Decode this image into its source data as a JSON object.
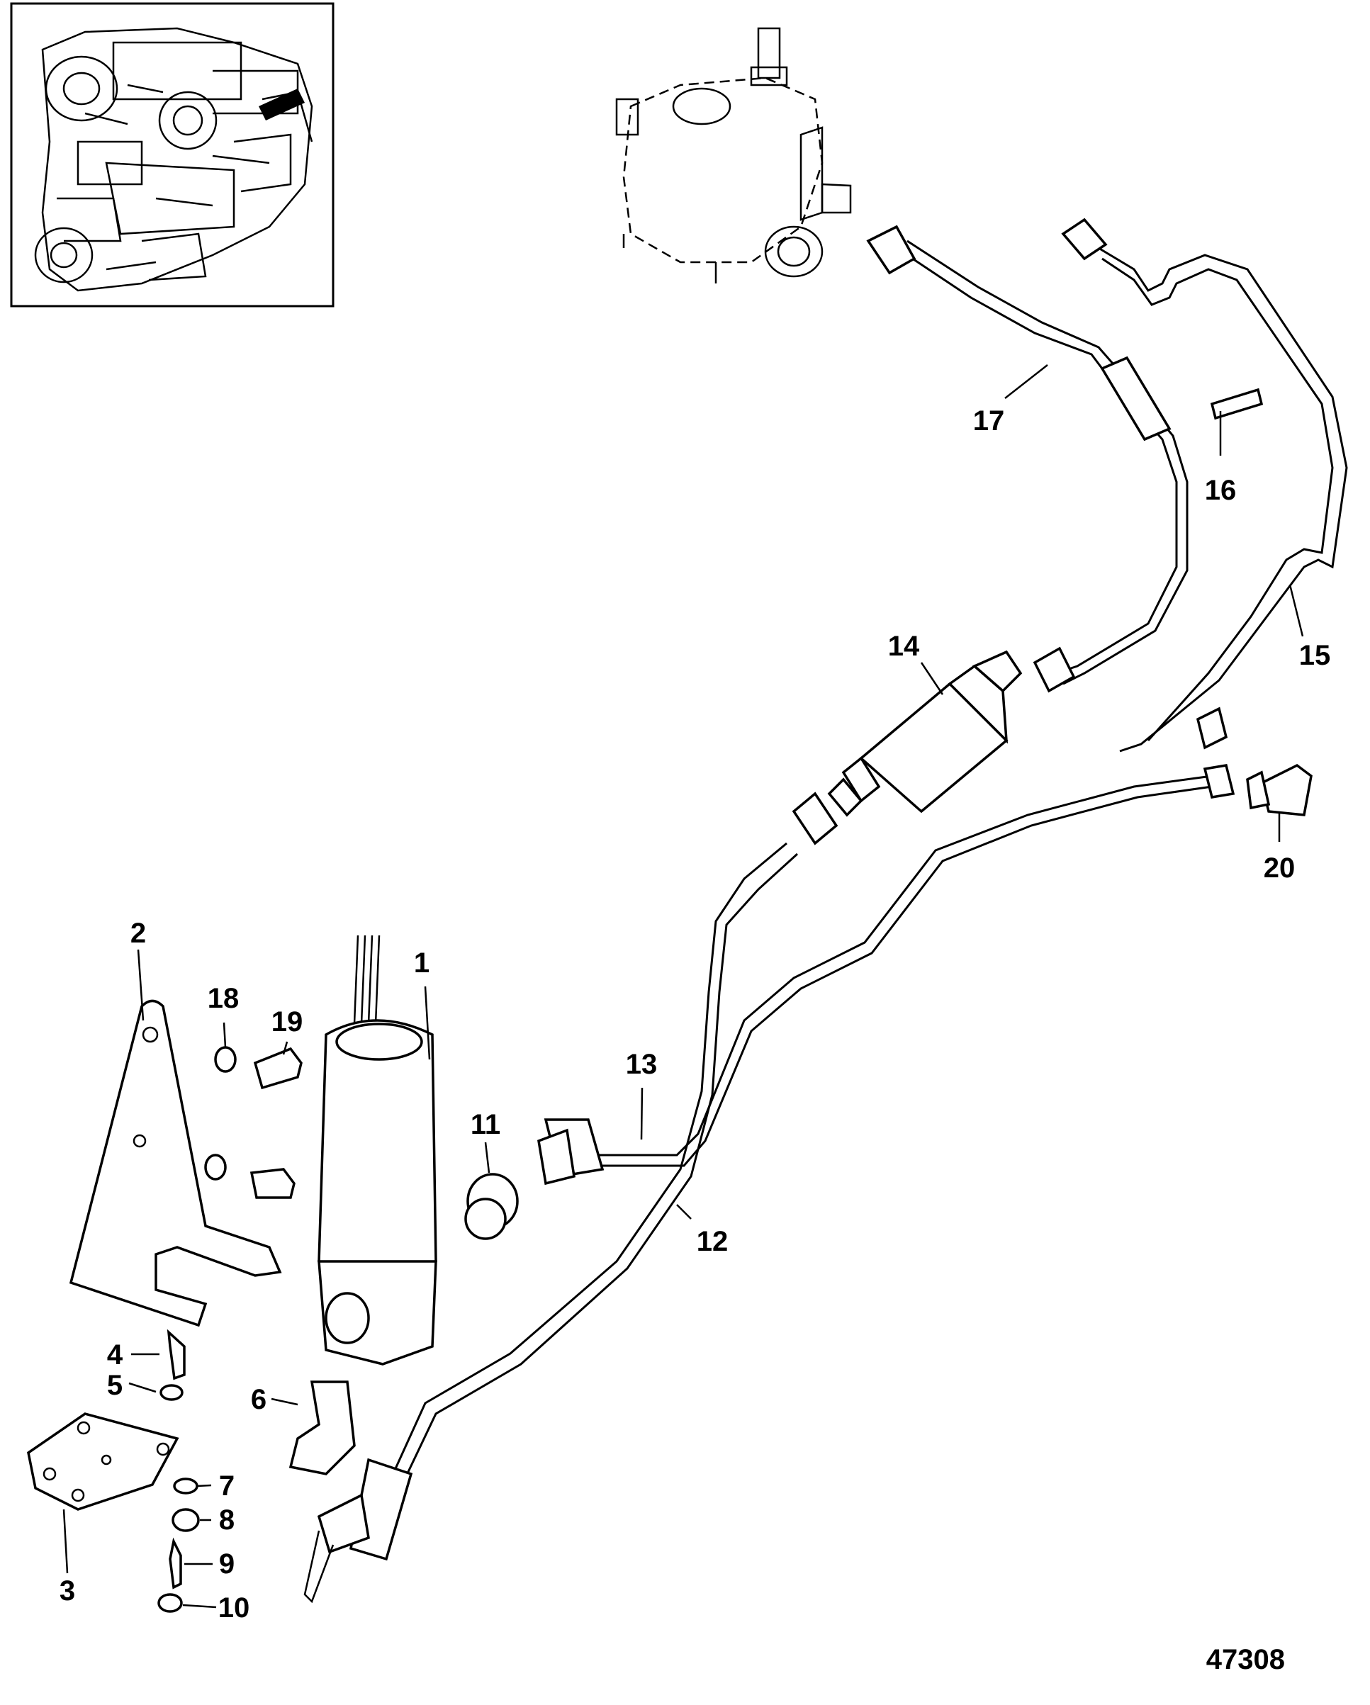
{
  "figure_number": "47308",
  "callouts": [
    {
      "id": "c1",
      "label": "1"
    },
    {
      "id": "c2",
      "label": "2"
    },
    {
      "id": "c3",
      "label": "3"
    },
    {
      "id": "c4",
      "label": "4"
    },
    {
      "id": "c5",
      "label": "5"
    },
    {
      "id": "c6",
      "label": "6"
    },
    {
      "id": "c7",
      "label": "7"
    },
    {
      "id": "c8",
      "label": "8"
    },
    {
      "id": "c9",
      "label": "9"
    },
    {
      "id": "c10",
      "label": "10"
    },
    {
      "id": "c11",
      "label": "11"
    },
    {
      "id": "c12",
      "label": "12"
    },
    {
      "id": "c13",
      "label": "13"
    },
    {
      "id": "c14",
      "label": "14"
    },
    {
      "id": "c15",
      "label": "15"
    },
    {
      "id": "c16",
      "label": "16"
    },
    {
      "id": "c17",
      "label": "17"
    },
    {
      "id": "c18",
      "label": "18"
    },
    {
      "id": "c19",
      "label": "19"
    },
    {
      "id": "c20",
      "label": "20"
    }
  ]
}
